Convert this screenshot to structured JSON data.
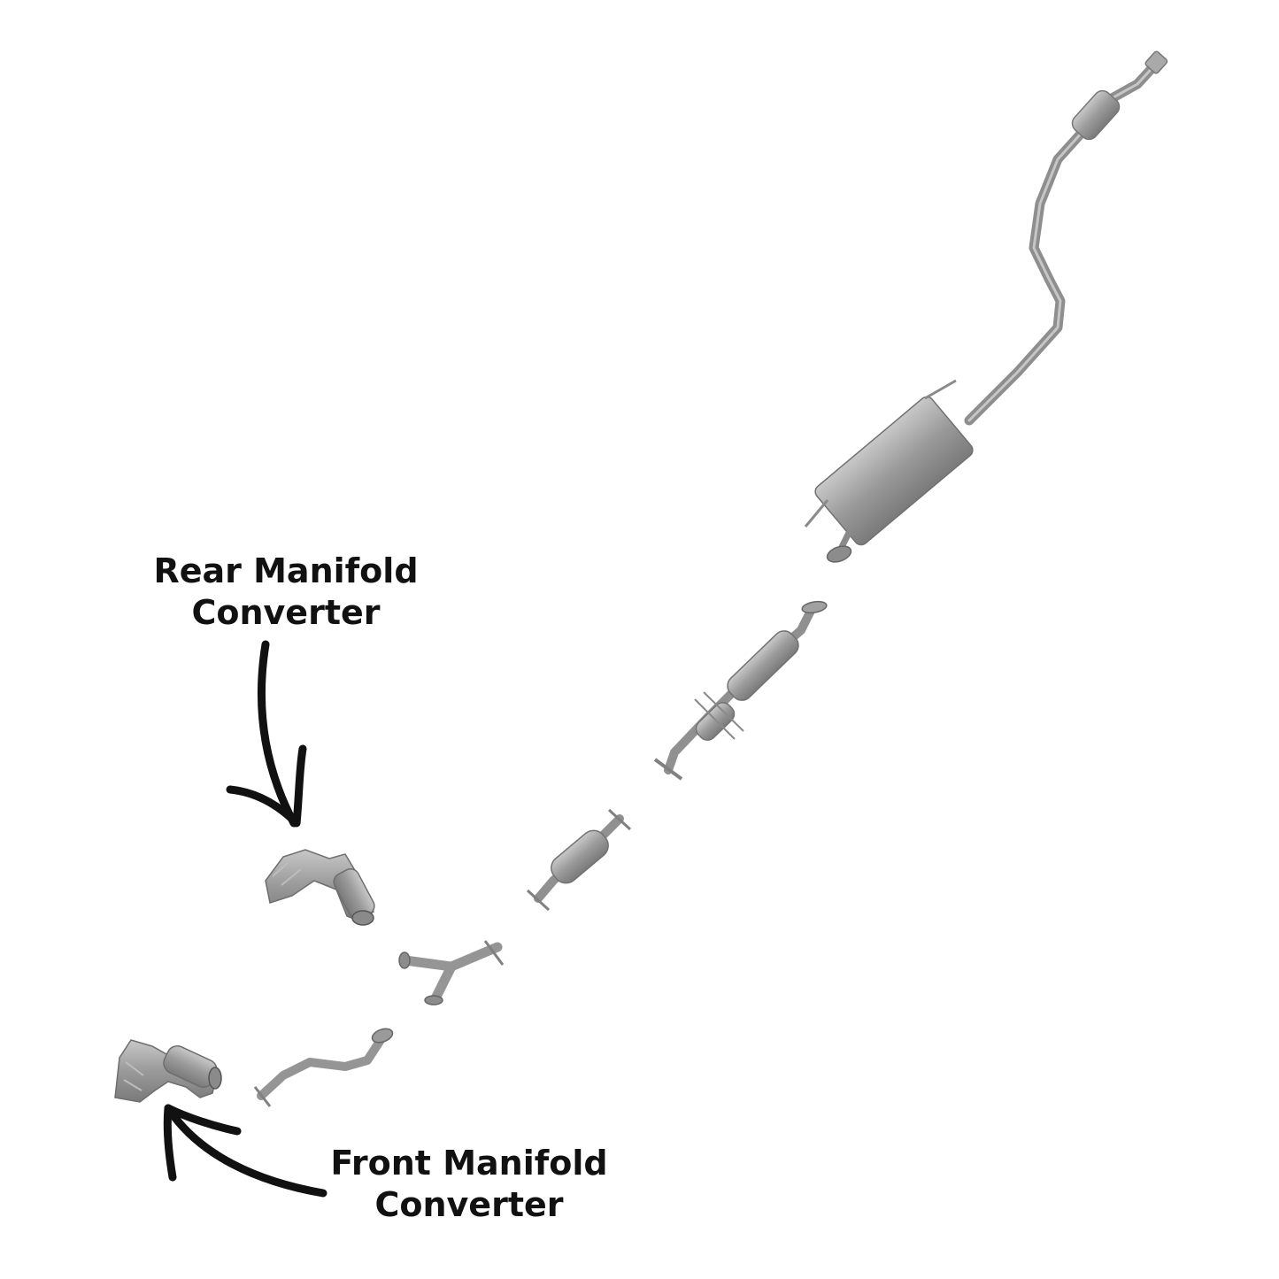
{
  "labels": {
    "rear": {
      "line1": "Rear Manifold",
      "line2": "Converter"
    },
    "front": {
      "line1": "Front Manifold",
      "line2": "Converter"
    }
  },
  "colors": {
    "background": "#ffffff",
    "metal": "#9c9c9c",
    "metal_dark": "#6e6e6e",
    "metal_light": "#c4c4c4",
    "arrow": "#111111",
    "text": "#111111"
  },
  "parts": [
    "tailpipe-resonator",
    "muffler",
    "resonator-pipe",
    "catalytic-converter-pipe",
    "y-pipe",
    "front-pipe",
    "rear-manifold-converter",
    "front-manifold-converter"
  ]
}
